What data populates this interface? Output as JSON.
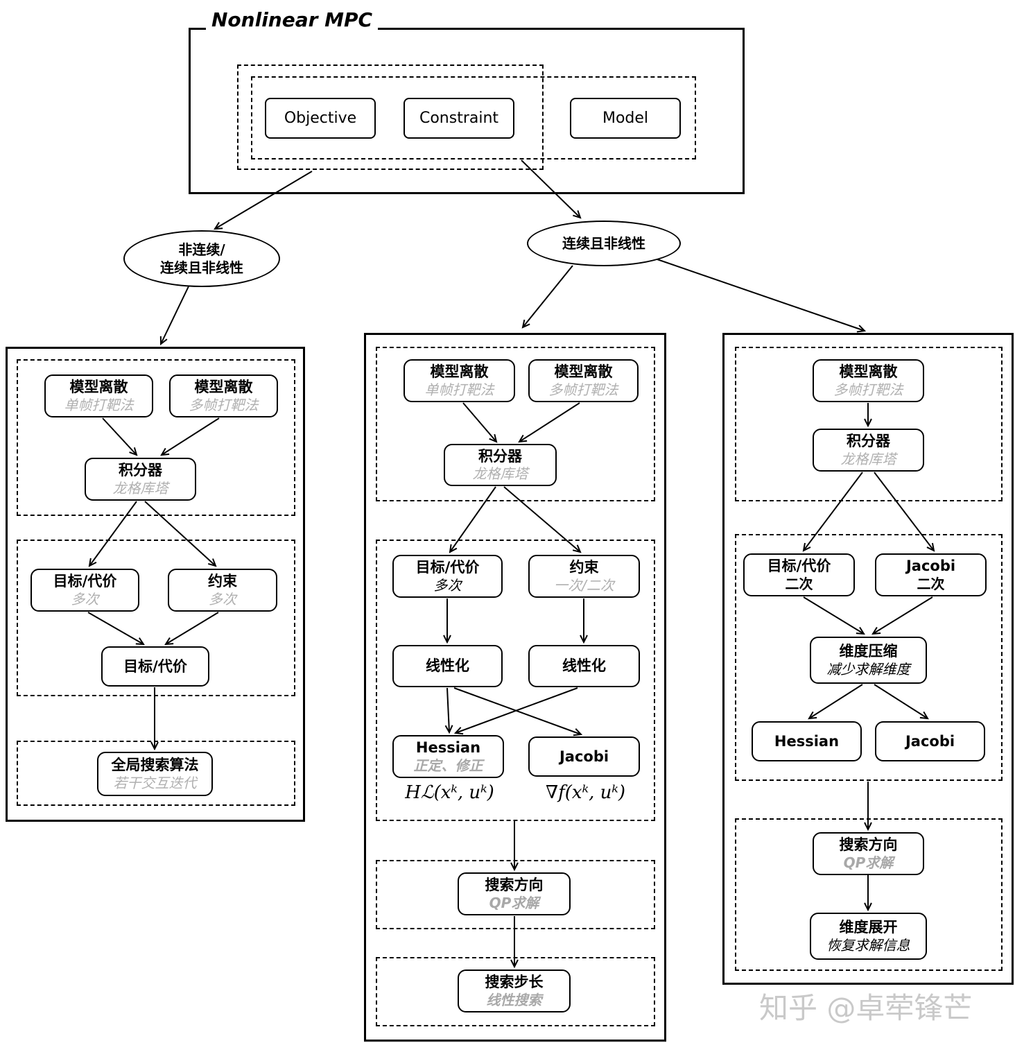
{
  "title": "Nonlinear MPC",
  "top_box": {
    "objective": "Objective",
    "constraint": "Constraint",
    "model": "Model"
  },
  "branch": {
    "left_line1": "非连续/",
    "left_line2": "连续且非线性",
    "right": "连续且非线性"
  },
  "left": {
    "discretize_single": {
      "title": "模型离散",
      "sub": "单帧打靶法"
    },
    "discretize_multi": {
      "title": "模型离散",
      "sub": "多帧打靶法"
    },
    "integrator": {
      "title": "积分器",
      "sub": "龙格库塔"
    },
    "objective_cost": {
      "title": "目标/代价",
      "sub": "多次"
    },
    "constraint": {
      "title": "约束",
      "sub": "多次"
    },
    "objective_merge": {
      "title": "目标/代价"
    },
    "global_search": {
      "title": "全局搜索算法",
      "sub": "若干交互迭代"
    }
  },
  "mid": {
    "discretize_single": {
      "title": "模型离散",
      "sub": "单帧打靶法"
    },
    "discretize_multi": {
      "title": "模型离散",
      "sub": "多帧打靶法"
    },
    "integrator": {
      "title": "积分器",
      "sub": "龙格库塔"
    },
    "objective_cost": {
      "title": "目标/代价",
      "sub": "多次"
    },
    "constraint": {
      "title": "约束",
      "sub": "一次/二次"
    },
    "linearize_left": {
      "title": "线性化"
    },
    "linearize_right": {
      "title": "线性化"
    },
    "hessian": {
      "title": "Hessian",
      "sub": "正定、修正"
    },
    "jacobi": {
      "title": "Jacobi"
    },
    "hessian_formula": "Hℒ(xᵏ, uᵏ)",
    "jacobi_formula": "∇f(xᵏ, uᵏ)",
    "search_direction": {
      "title": "搜索方向",
      "sub": "QP求解"
    },
    "search_step": {
      "title": "搜索步长",
      "sub": "线性搜索"
    }
  },
  "right": {
    "discretize_multi": {
      "title": "模型离散",
      "sub": "多帧打靶法"
    },
    "integrator": {
      "title": "积分器",
      "sub": "龙格库塔"
    },
    "objective_cost": {
      "title": "目标/代价",
      "sub": "二次"
    },
    "jacobi_quadratic": {
      "title": "Jacobi",
      "sub": "二次"
    },
    "dim_compress": {
      "title": "维度压缩",
      "sub": "减少求解维度"
    },
    "hessian": {
      "title": "Hessian"
    },
    "jacobi": {
      "title": "Jacobi"
    },
    "search_direction": {
      "title": "搜索方向",
      "sub": "QP求解"
    },
    "dim_expand": {
      "title": "维度展开",
      "sub": "恢复求解信息"
    }
  },
  "watermark": "知乎 @卓荦锋芒",
  "colors": {
    "line": "#000000",
    "muted_text": "#b0b0b0",
    "watermark": "#c9c9c9"
  }
}
